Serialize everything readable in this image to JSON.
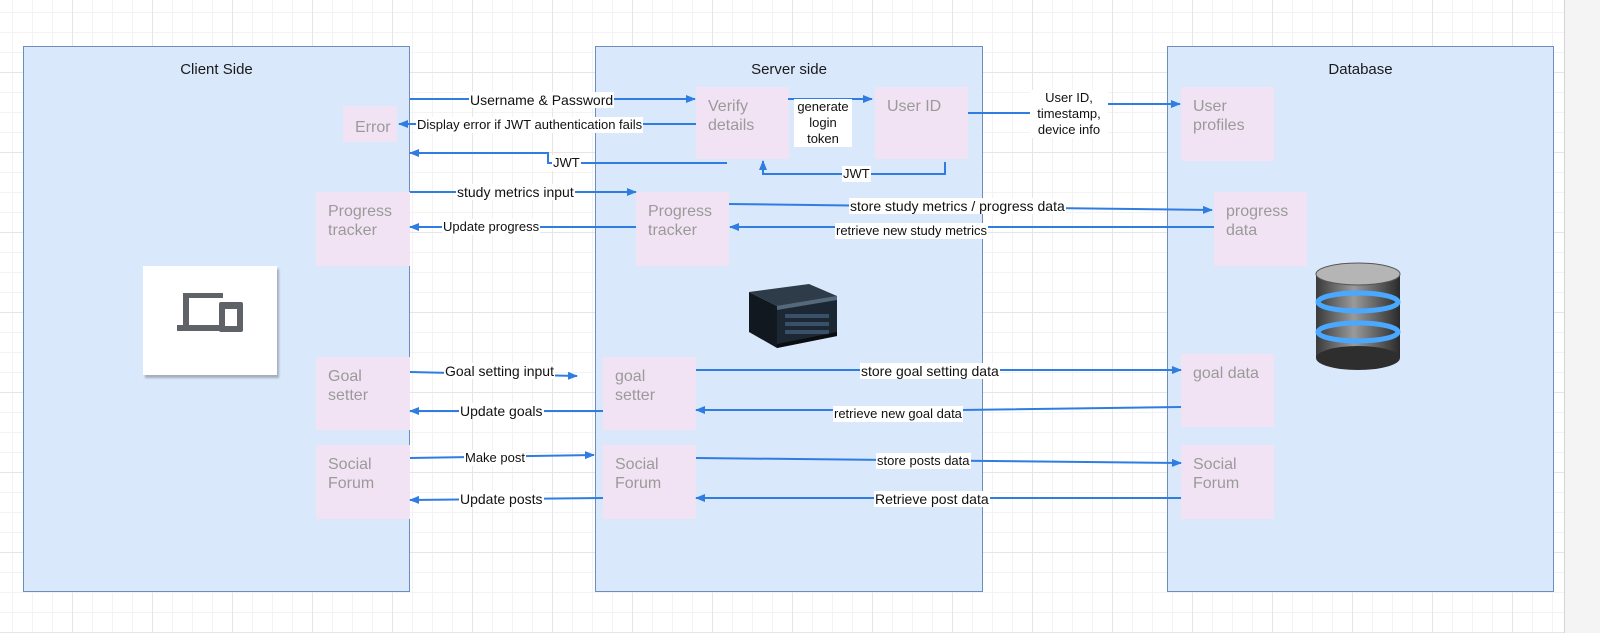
{
  "containers": {
    "client": "Client Side",
    "server": "Server side",
    "database": "Database"
  },
  "boxes": {
    "error": "Error",
    "client_progress": [
      "Progress",
      "tracker"
    ],
    "client_goal": [
      "Goal",
      "setter"
    ],
    "client_social": [
      "Social",
      "Forum"
    ],
    "verify": [
      "Verify",
      "details"
    ],
    "user_id": "User ID",
    "server_progress": [
      "Progress",
      "tracker"
    ],
    "server_goal": [
      "goal",
      "setter"
    ],
    "server_social": [
      "Social",
      "Forum"
    ],
    "user_profiles": [
      "User",
      "profiles"
    ],
    "progress_data": [
      "progress",
      "data"
    ],
    "goal_data": "goal data",
    "db_social": [
      "Social",
      "Forum"
    ]
  },
  "labels": {
    "username_password": "Username & Password",
    "display_error": "Display error if JWT authentication fails",
    "jwt_client": "JWT",
    "generate_token": [
      "generate",
      "login",
      "token"
    ],
    "jwt_server": "JWT",
    "user_info": [
      "User ID,",
      "timestamp,",
      "device info"
    ],
    "study_metrics_input": "study metrics input",
    "update_progress": "Update progress",
    "store_study": "store study metrics / progress data",
    "retrieve_study": "retrieve new study metrics",
    "goal_setting_input": "Goal setting input",
    "update_goals": "Update goals",
    "store_goal": "store goal setting data",
    "retrieve_goal": "retrieve new goal data",
    "make_post": "Make post",
    "update_posts": "Update posts",
    "store_posts": "store posts data",
    "retrieve_post": "Retrieve post data"
  },
  "icons": {
    "client": "devices-icon",
    "server": "server-hardware-icon",
    "database": "database-cylinder-icon"
  },
  "colors": {
    "container_fill": "#dae8fc",
    "container_border": "#6c8ebf",
    "box_fill": "#f2e3f4",
    "arrow": "#2f7de1"
  }
}
